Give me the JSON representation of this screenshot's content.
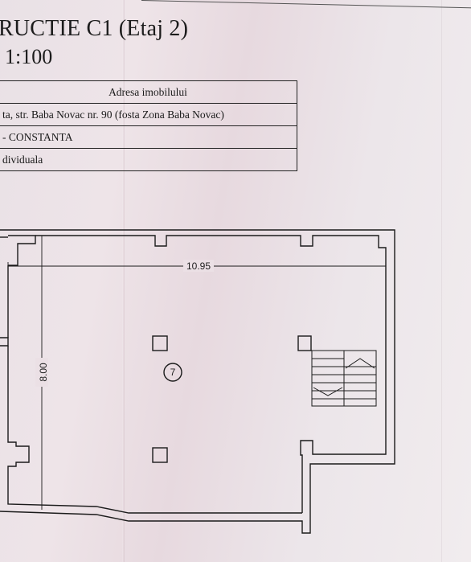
{
  "header": {
    "title": "RUCTIE C1 (Etaj 2)",
    "scale": "1:100"
  },
  "address_table": {
    "heading": "Adresa imobilului",
    "street": "ta, str. Baba Novac nr. 90 (fosta Zona Baba Novac)",
    "city": "- CONSTANTA",
    "type": "dividuala"
  },
  "plan": {
    "width_dim": "10.95",
    "height_dim": "8.00",
    "room_number": "7"
  }
}
